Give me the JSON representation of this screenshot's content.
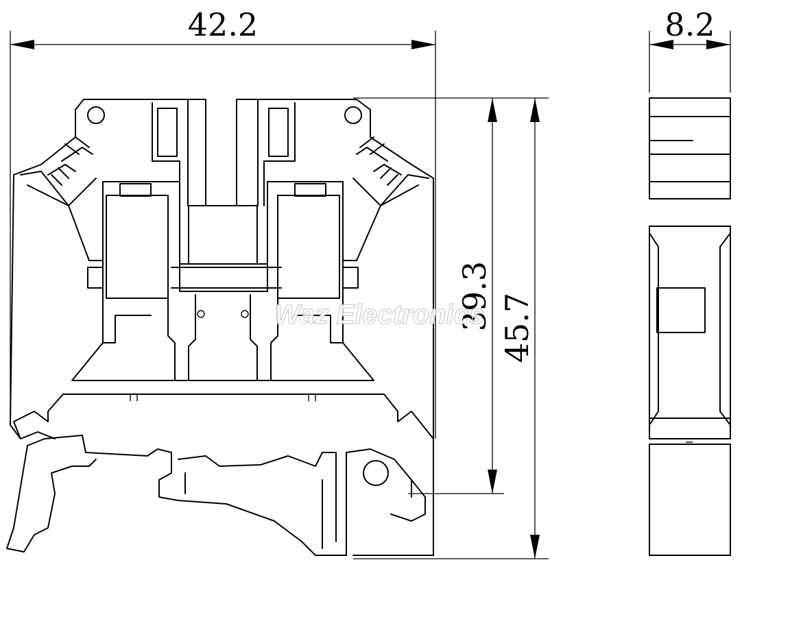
{
  "dimensions": {
    "overall_width": "42.2",
    "side_thickness": "8.2",
    "height_to_rail": "39.3",
    "overall_height": "45.7"
  },
  "watermark": "Waz Electronics",
  "colors": {
    "line": "#000000",
    "background": "#ffffff",
    "watermark_outline": "#c8c8c8"
  }
}
